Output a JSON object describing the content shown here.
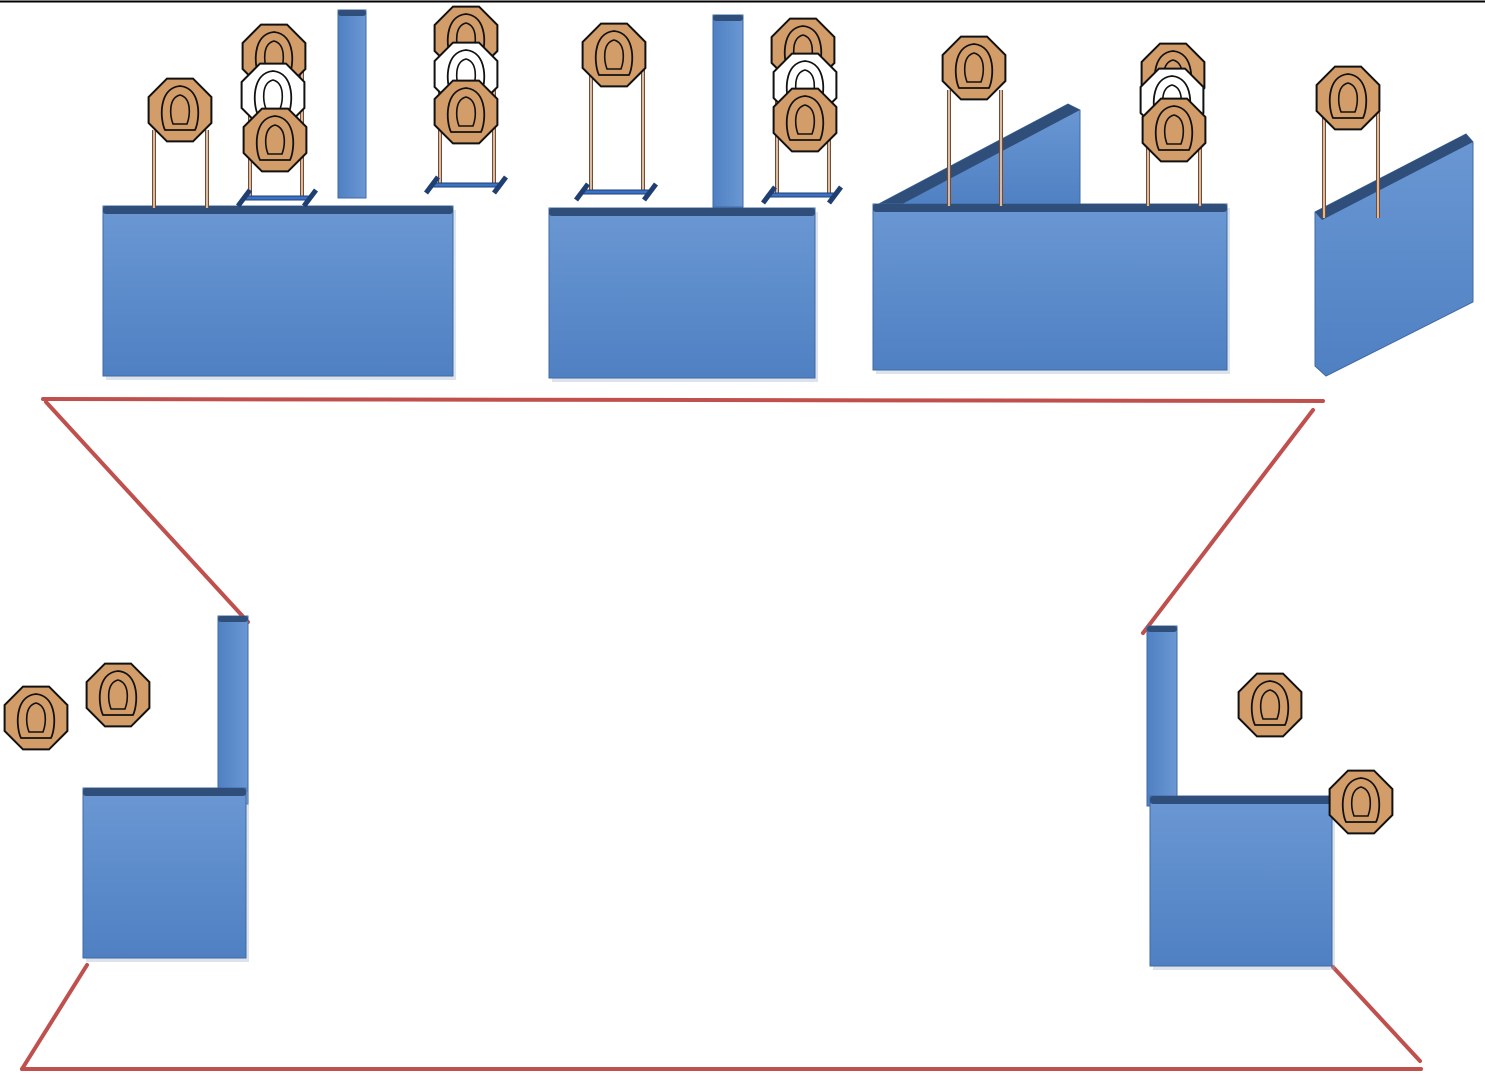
{
  "diagram": {
    "description_visible_text": "",
    "colors": {
      "wall_fill": "#5b8bcb",
      "wall_top": "#2f4f7a",
      "wall_shade": "#3f6aa3",
      "target_steel": "#d39d6a",
      "target_outline": "#111111",
      "no_shoot_fill": "#ffffff",
      "stand_legs": "#7a4a2a",
      "stand_base": "#3a73c6",
      "fault_line": "#c0504d",
      "top_border": "#000000"
    },
    "elements": {
      "walls": "blue-barricade",
      "targets": "steel-plate-octagon",
      "no_shoot": "white-no-shoot-plate",
      "boundary": "fault-line"
    }
  }
}
